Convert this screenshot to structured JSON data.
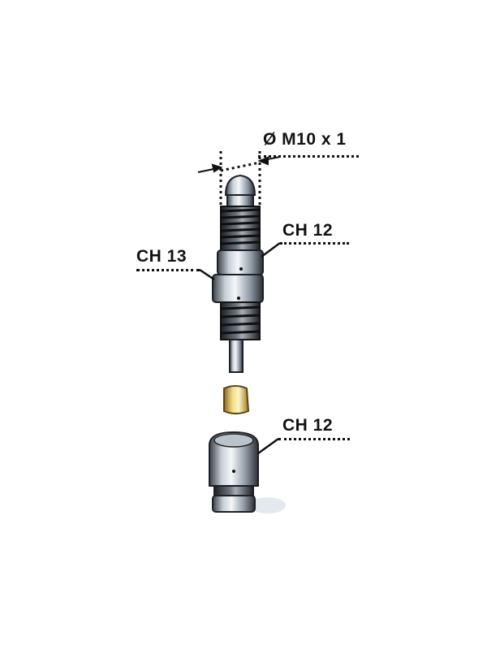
{
  "diagram": {
    "title": "",
    "labels": {
      "thread": "Ø M10 x 1",
      "ch13": "CH 13",
      "ch12_upper": "CH 12",
      "ch12_lower": "CH 12"
    },
    "parts": [
      {
        "name": "bleed-screw-nipple",
        "label": "Ø M10 x 1"
      },
      {
        "name": "hex-nut-upper",
        "label": "CH 12"
      },
      {
        "name": "hex-collar",
        "label": "CH 13"
      },
      {
        "name": "brass-ferrule",
        "label": ""
      },
      {
        "name": "lower-fitting-nut",
        "label": "CH 12"
      }
    ],
    "colors": {
      "text": "#111111",
      "metal_light": "#e8eef2",
      "metal_mid": "#9aa6b0",
      "metal_dark": "#2b2f36",
      "brass": "#d9b857"
    }
  }
}
